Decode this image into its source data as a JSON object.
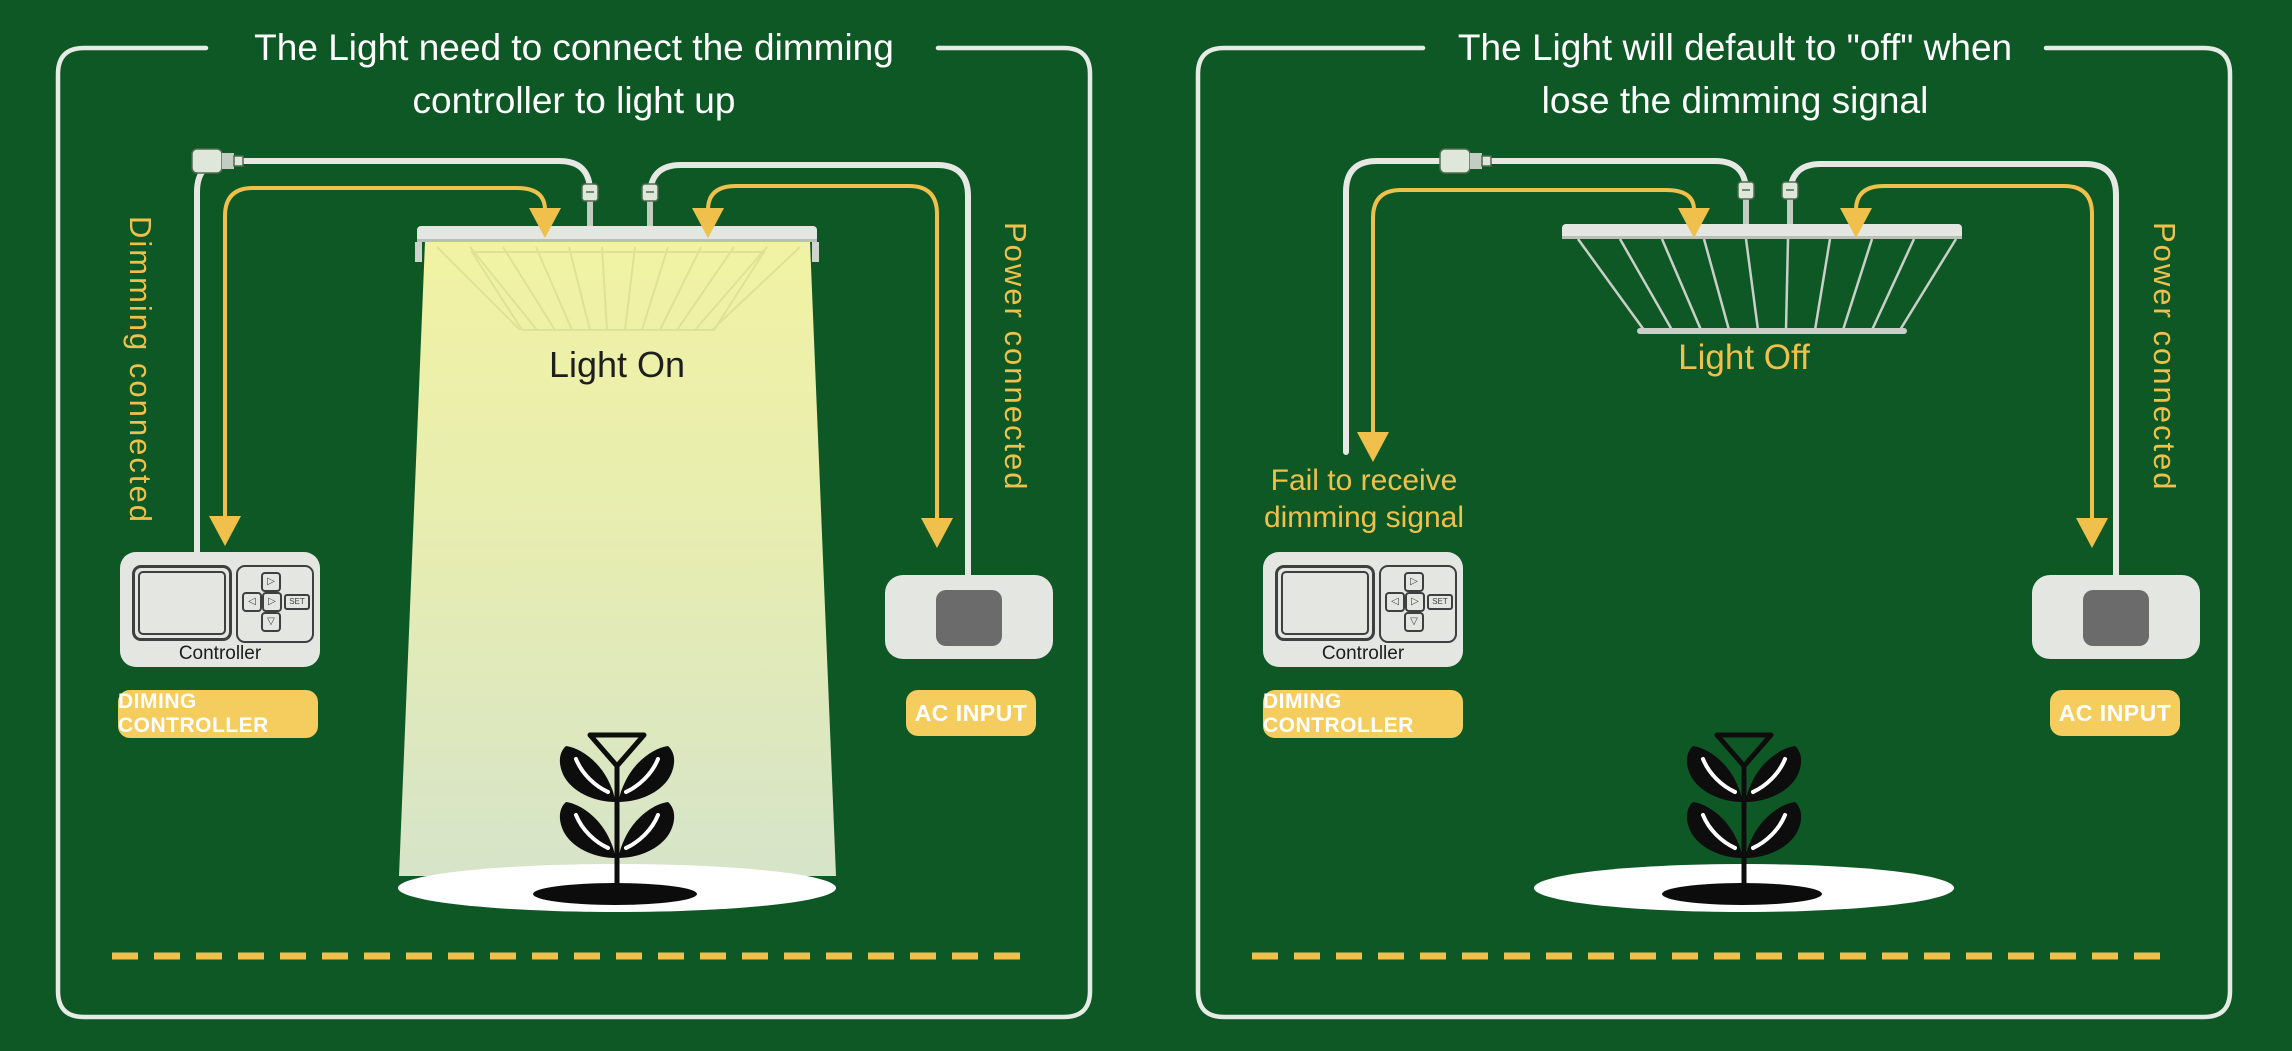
{
  "colors": {
    "bg": "#0e5826",
    "border": "#e7ebe6",
    "accent": "#efc14c",
    "badge": "#f5cd5f",
    "wire": "#e6e9e3",
    "bar": "#e3e6e1",
    "device": "#e4e6e2",
    "devicedark": "#6b6b6b",
    "deviceline": "#3f3f3f",
    "title": "#ffffff",
    "darktext": "#1e1e1e"
  },
  "left_panel": {
    "title_line1": "The Light need to connect the dimming",
    "title_line2": "controller to light up",
    "dimming_label": "Dimming connected",
    "power_label": "Power connected",
    "light_status": "Light On",
    "controller_label": "Controller",
    "controller_badge": "DIMING CONTROLLER",
    "ac_badge": "AC INPUT"
  },
  "right_panel": {
    "title_line1": "The Light will default to \"off\" when",
    "title_line2": "lose the dimming signal",
    "fail_line1": "Fail to receive",
    "fail_line2": "dimming signal",
    "power_label": "Power connected",
    "light_status": "Light Off",
    "controller_label": "Controller",
    "controller_badge": "DIMING CONTROLLER",
    "ac_badge": "AC INPUT"
  },
  "controller_buttons": {
    "up": "▷",
    "left": "◁",
    "right": "▷",
    "down": "▽",
    "set": "SET"
  }
}
